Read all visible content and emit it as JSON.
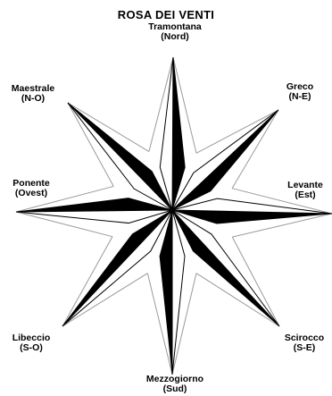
{
  "title": "ROSA DEI VENTI",
  "winds": [
    {
      "key": "n",
      "name": "Tramontana",
      "dir": "(Nord)"
    },
    {
      "key": "ne",
      "name": "Greco",
      "dir": "(N-E)"
    },
    {
      "key": "e",
      "name": "Levante",
      "dir": "(Est)"
    },
    {
      "key": "se",
      "name": "Scirocco",
      "dir": "(S-E)"
    },
    {
      "key": "s",
      "name": "Mezzogiorno",
      "dir": "(Sud)"
    },
    {
      "key": "sw",
      "name": "Libeccio",
      "dir": "(S-O)"
    },
    {
      "key": "w",
      "name": "Ponente",
      "dir": "(Ovest)"
    },
    {
      "key": "nw",
      "name": "Maestrale",
      "dir": "(N-O)"
    }
  ],
  "colors": {
    "ink": "#000000",
    "shade": "#ffffff",
    "guide": "#9a9a9a"
  }
}
